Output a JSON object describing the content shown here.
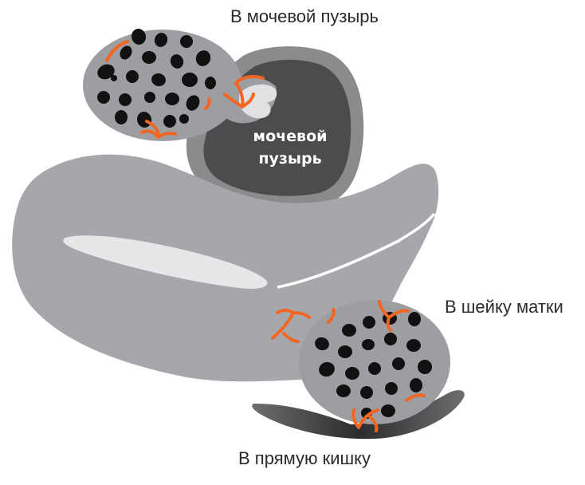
{
  "labels": {
    "to_bladder": "В мочевой пузырь",
    "to_cervix": "В шейку матки",
    "to_rectum": "В прямую кишку"
  },
  "organ": {
    "bladder_line1": "мочевой",
    "bladder_line2": "пузырь"
  },
  "colors": {
    "uterus": "#a6a7aa",
    "bladder_outer": "#8a8b8d",
    "bladder_inner": "#4b4c4e",
    "nodule_fill": "#9d9ea1",
    "nodule_dots": "#111111",
    "vessels": "#f26522",
    "rectum": "#555555"
  },
  "icons": {
    "endometriosis_nodule": "nodule-icon",
    "blood_vessel": "vessel-icon"
  }
}
